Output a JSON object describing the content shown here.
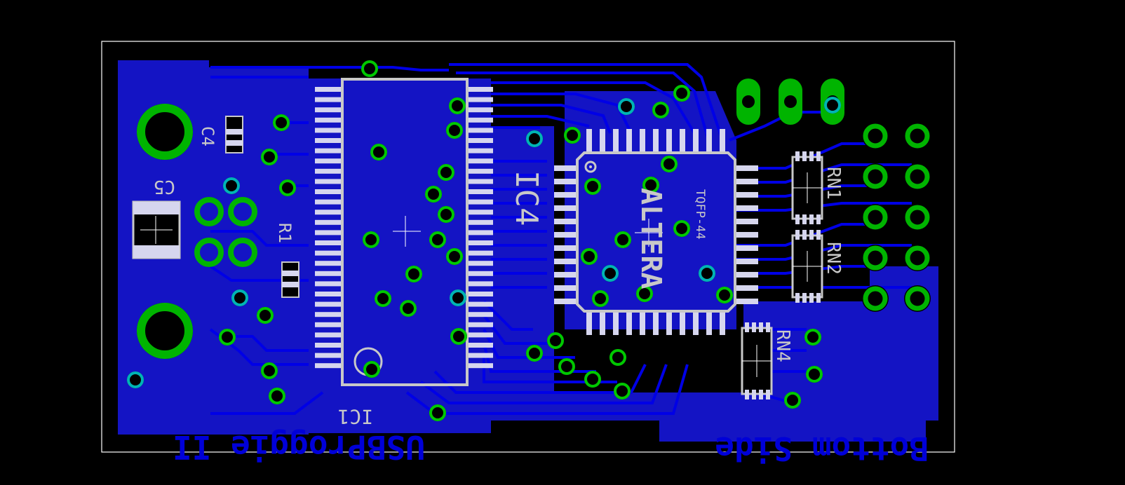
{
  "board": {
    "view": "Bottom Side",
    "colors": {
      "background": "#000000",
      "copper": "#1010c8",
      "trace": "#0000e0",
      "pad": "#d4d4ea",
      "via": "#00c800",
      "via_blind": "#00b4b4",
      "outline": "#ffffff",
      "silkscreen": "#c8c8c8"
    }
  },
  "labels": {
    "product": "USBProggie II",
    "side": "Bottom Side",
    "c4": "C4",
    "c5": "C5",
    "r1": "R1",
    "ic1": "IC1",
    "ic4": "IC4",
    "rn1": "RN1",
    "rn2": "RN2",
    "rn4": "RN4",
    "pkg": "TQFP-44",
    "logo": "ALTERA"
  }
}
